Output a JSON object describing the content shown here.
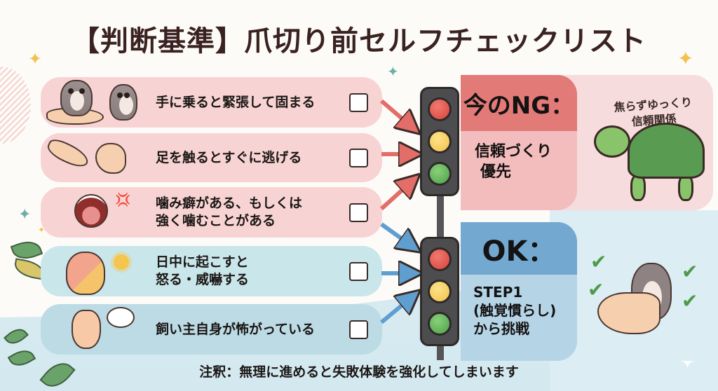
{
  "title": "【判断基準】爪切り前セルフチェックリスト",
  "checklist": {
    "items": [
      {
        "text_lines": [
          "手に乗ると緊張して固まる"
        ],
        "illustration": "tense-sugar-gliders-on-hand",
        "tone": "pink",
        "points_to": [
          "ng"
        ],
        "checked": false
      },
      {
        "text_lines": [
          "足を触るとすぐに逃げる"
        ],
        "illustration": "hand-reaching-foot",
        "tone": "pink",
        "points_to": [
          "ng"
        ],
        "checked": false
      },
      {
        "text_lines": [
          "噛み癖がある、もしくは",
          "強く噛むことがある"
        ],
        "illustration": "open-biting-mouth-angry",
        "tone": "pink",
        "points_to": [
          "ng",
          "ok"
        ],
        "checked": false
      },
      {
        "text_lines": [
          "日中に起こすと",
          "怒る・威嚇する"
        ],
        "illustration": "sleepy-glider-in-blanket-sun",
        "tone": "blue",
        "points_to": [
          "ok"
        ],
        "checked": false
      },
      {
        "text_lines": [
          "飼い主自身が怖がっている"
        ],
        "illustration": "scared-hand-thought-bubble",
        "tone": "blue",
        "points_to": [
          "ok"
        ],
        "checked": false
      }
    ]
  },
  "results": {
    "ng": {
      "heading": "今のNG：",
      "body_lines": [
        "信頼づくり",
        "優先"
      ],
      "caption_lines": [
        "焦らずゆっくり",
        "信頼関係"
      ],
      "illustration": "turtle-icon",
      "colors": {
        "header": "#e27a78",
        "body": "#f4bdbd",
        "panel": "#f6dcdc"
      }
    },
    "ok": {
      "heading": "OK：",
      "body_lines": [
        "STEP1",
        "(触覚慣らし)",
        "から挑戦"
      ],
      "illustration": "hand-holding-sugar-glider-with-checkmarks",
      "colors": {
        "header": "#73a8d1",
        "body": "#b5d5e7",
        "panel": "#dcedf3"
      }
    }
  },
  "footnote": "注釈：無理に進めると失敗体験を強化してしまいます",
  "colors": {
    "title": "#3a2220",
    "pink_item": "#f7d4d3",
    "blue_item": "#c9e6ea",
    "red_arrow": "#e36d68",
    "blue_arrow": "#5f9fd0",
    "sparkle_yellow": "#f3c14e",
    "sparkle_teal": "#6aaea9"
  }
}
